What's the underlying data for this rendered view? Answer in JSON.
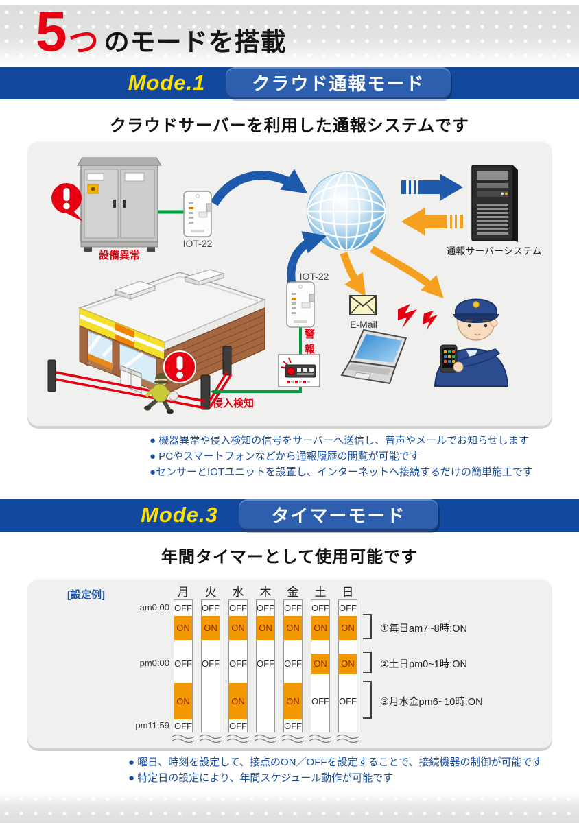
{
  "header": {
    "number": "5",
    "counter": "つ",
    "title_rest": "のモードを搭載"
  },
  "mode1": {
    "badge": "Mode.1",
    "name": "クラウド通報モード",
    "subtitle": "クラウドサーバーを利用した通報システムです",
    "diagram_labels": {
      "equipment_alert": "設備異常",
      "iot_unit_1": "IOT-22",
      "iot_unit_2": "IOT-22",
      "server_system": "通報サーバーシステム",
      "email": "E-Mail",
      "alarm": "警報",
      "intrusion_detect": "侵入検知"
    },
    "bullets": [
      "● 機器異常や侵入検知の信号をサーバーへ送信し、音声やメールでお知らせします",
      "● PCやスマートフォンなどから通報履歴の閲覧が可能です",
      "●センサーとIOTユニットを設置し、インターネットへ接続するだけの簡単施工です"
    ]
  },
  "mode3": {
    "badge": "Mode.3",
    "name": "タイマーモード",
    "subtitle": "年間タイマーとして使用可能です",
    "bullets": [
      "● 曜日、時刻を設定して、接点のON／OFFを設定することで、接続機器の制御が可能です",
      "● 特定日の設定により、年間スケジュール動作が可能です"
    ]
  },
  "chart_data": {
    "type": "table",
    "title": "[設定例]",
    "days": [
      "月",
      "火",
      "水",
      "木",
      "金",
      "土",
      "日"
    ],
    "time_labels": [
      {
        "text": "am0:00",
        "band": 0
      },
      {
        "text": "pm0:00",
        "band": 2
      },
      {
        "text": "pm11:59",
        "band": 4
      }
    ],
    "bands": [
      {
        "cells": [
          "OFF",
          "OFF",
          "OFF",
          "OFF",
          "OFF",
          "OFF",
          "OFF"
        ]
      },
      {
        "cells": [
          "ON",
          "ON",
          "ON",
          "ON",
          "ON",
          "ON",
          "ON"
        ]
      },
      {
        "cells": [
          "OFF",
          "OFF",
          "OFF",
          "OFF",
          "OFF",
          "ON",
          "ON"
        ]
      },
      {
        "cells": [
          "ON",
          "",
          "ON",
          "",
          "ON",
          "OFF",
          "OFF"
        ]
      },
      {
        "cells": [
          "OFF",
          "",
          "OFF",
          "",
          "OFF",
          "",
          ""
        ]
      }
    ],
    "annotations": [
      "①毎日am7~8時:ON",
      "②土日pm0~1時:ON",
      "③月水金pm6~10時:ON"
    ],
    "colors": {
      "on_fill": "#f39800",
      "on_text": "#8b2e00",
      "off_text": "#333333"
    }
  },
  "colors": {
    "banner_blue": "#12489e",
    "accent_red": "#e60012",
    "bullet_blue": "#1b4fa0",
    "arrow_blue": "#1e5aab",
    "arrow_orange": "#f5a11f",
    "line_green": "#00a040"
  }
}
